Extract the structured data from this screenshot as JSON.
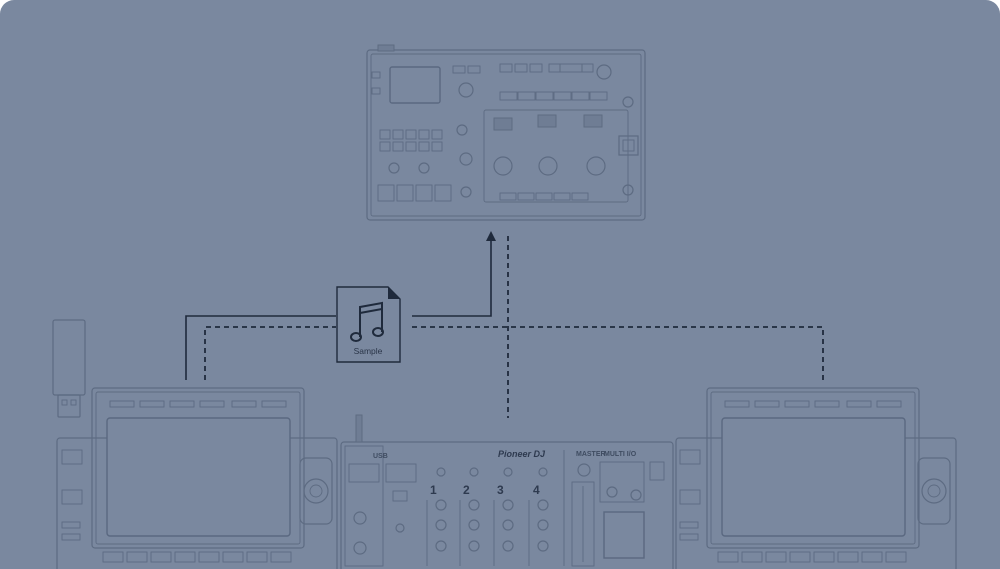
{
  "diagram": {
    "file_label": "Sample",
    "file_icon": "music-note-icon",
    "mixer_brand": "Pioneer DJ",
    "mixer_channels": [
      "1",
      "2",
      "3",
      "4"
    ],
    "mixer_labels": {
      "usb": "USB",
      "master": "MASTER",
      "multi_io": "MULTI I/O"
    },
    "colors": {
      "background": "#7a889f",
      "device_line": "#5d6b82",
      "connection_line": "#1f2a3c"
    }
  }
}
